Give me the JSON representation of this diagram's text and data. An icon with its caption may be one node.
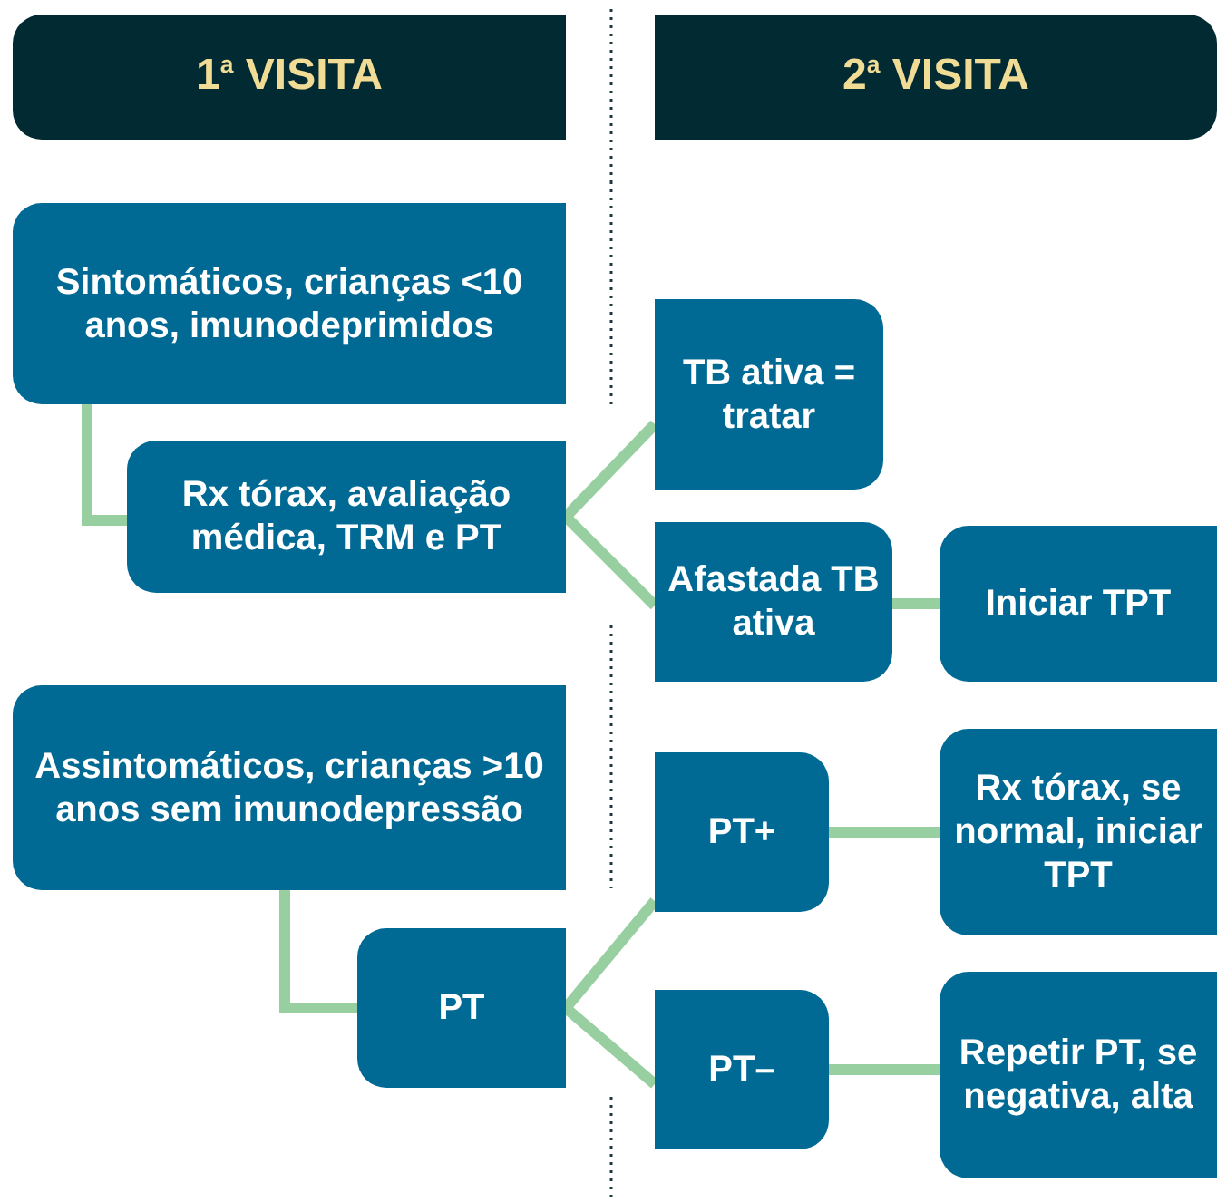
{
  "diagram": {
    "nodes": [
      {
        "text": [
          "1$^{a}$ VISITA"
        ]
      },
      {
        "text": [
          "2$^{a}$ VISITA"
        ]
      },
      {
        "text": [
          "Sintomáticos, crianças <10 anos, imunodeprimidos"
        ]
      },
      {
        "text": [
          "Rx tórax, avaliação médica, TRM e PT"
        ]
      },
      {
        "text": [
          "TB ativa = tratar"
        ]
      },
      {
        "text": [
          "Afastada TB ativa"
        ]
      },
      {
        "text": [
          "Iniciar TPT"
        ]
      },
      {
        "text": [
          "Assintomáticos, crianças >10 anos sem imunodepressão"
        ]
      },
      {
        "text": [
          "PT"
        ]
      },
      {
        "text": [
          "PT+"
        ]
      },
      {
        "text": [
          "Rx tórax, se normal, iniciar TPT"
        ]
      },
      {
        "text": [
          "PT–"
        ]
      },
      {
        "text": [
          "Repetir PT, se negativa, alta"
        ]
      }
    ],
    "edges": [
      {
        "from": 2,
        "to": 3,
        "arrow": "none"
      },
      {
        "from": 3,
        "to": 4,
        "arrow": "none"
      },
      {
        "from": 3,
        "to": 5,
        "arrow": "none"
      },
      {
        "from": 5,
        "to": 6,
        "arrow": "none"
      },
      {
        "from": 7,
        "to": 8,
        "arrow": "none"
      },
      {
        "from": 8,
        "to": 9,
        "arrow": "none"
      },
      {
        "from": 8,
        "to": 11,
        "arrow": "none"
      },
      {
        "from": 9,
        "to": 10,
        "arrow": "none"
      },
      {
        "from": 11,
        "to": 12,
        "arrow": "none"
      }
    ]
  }
}
